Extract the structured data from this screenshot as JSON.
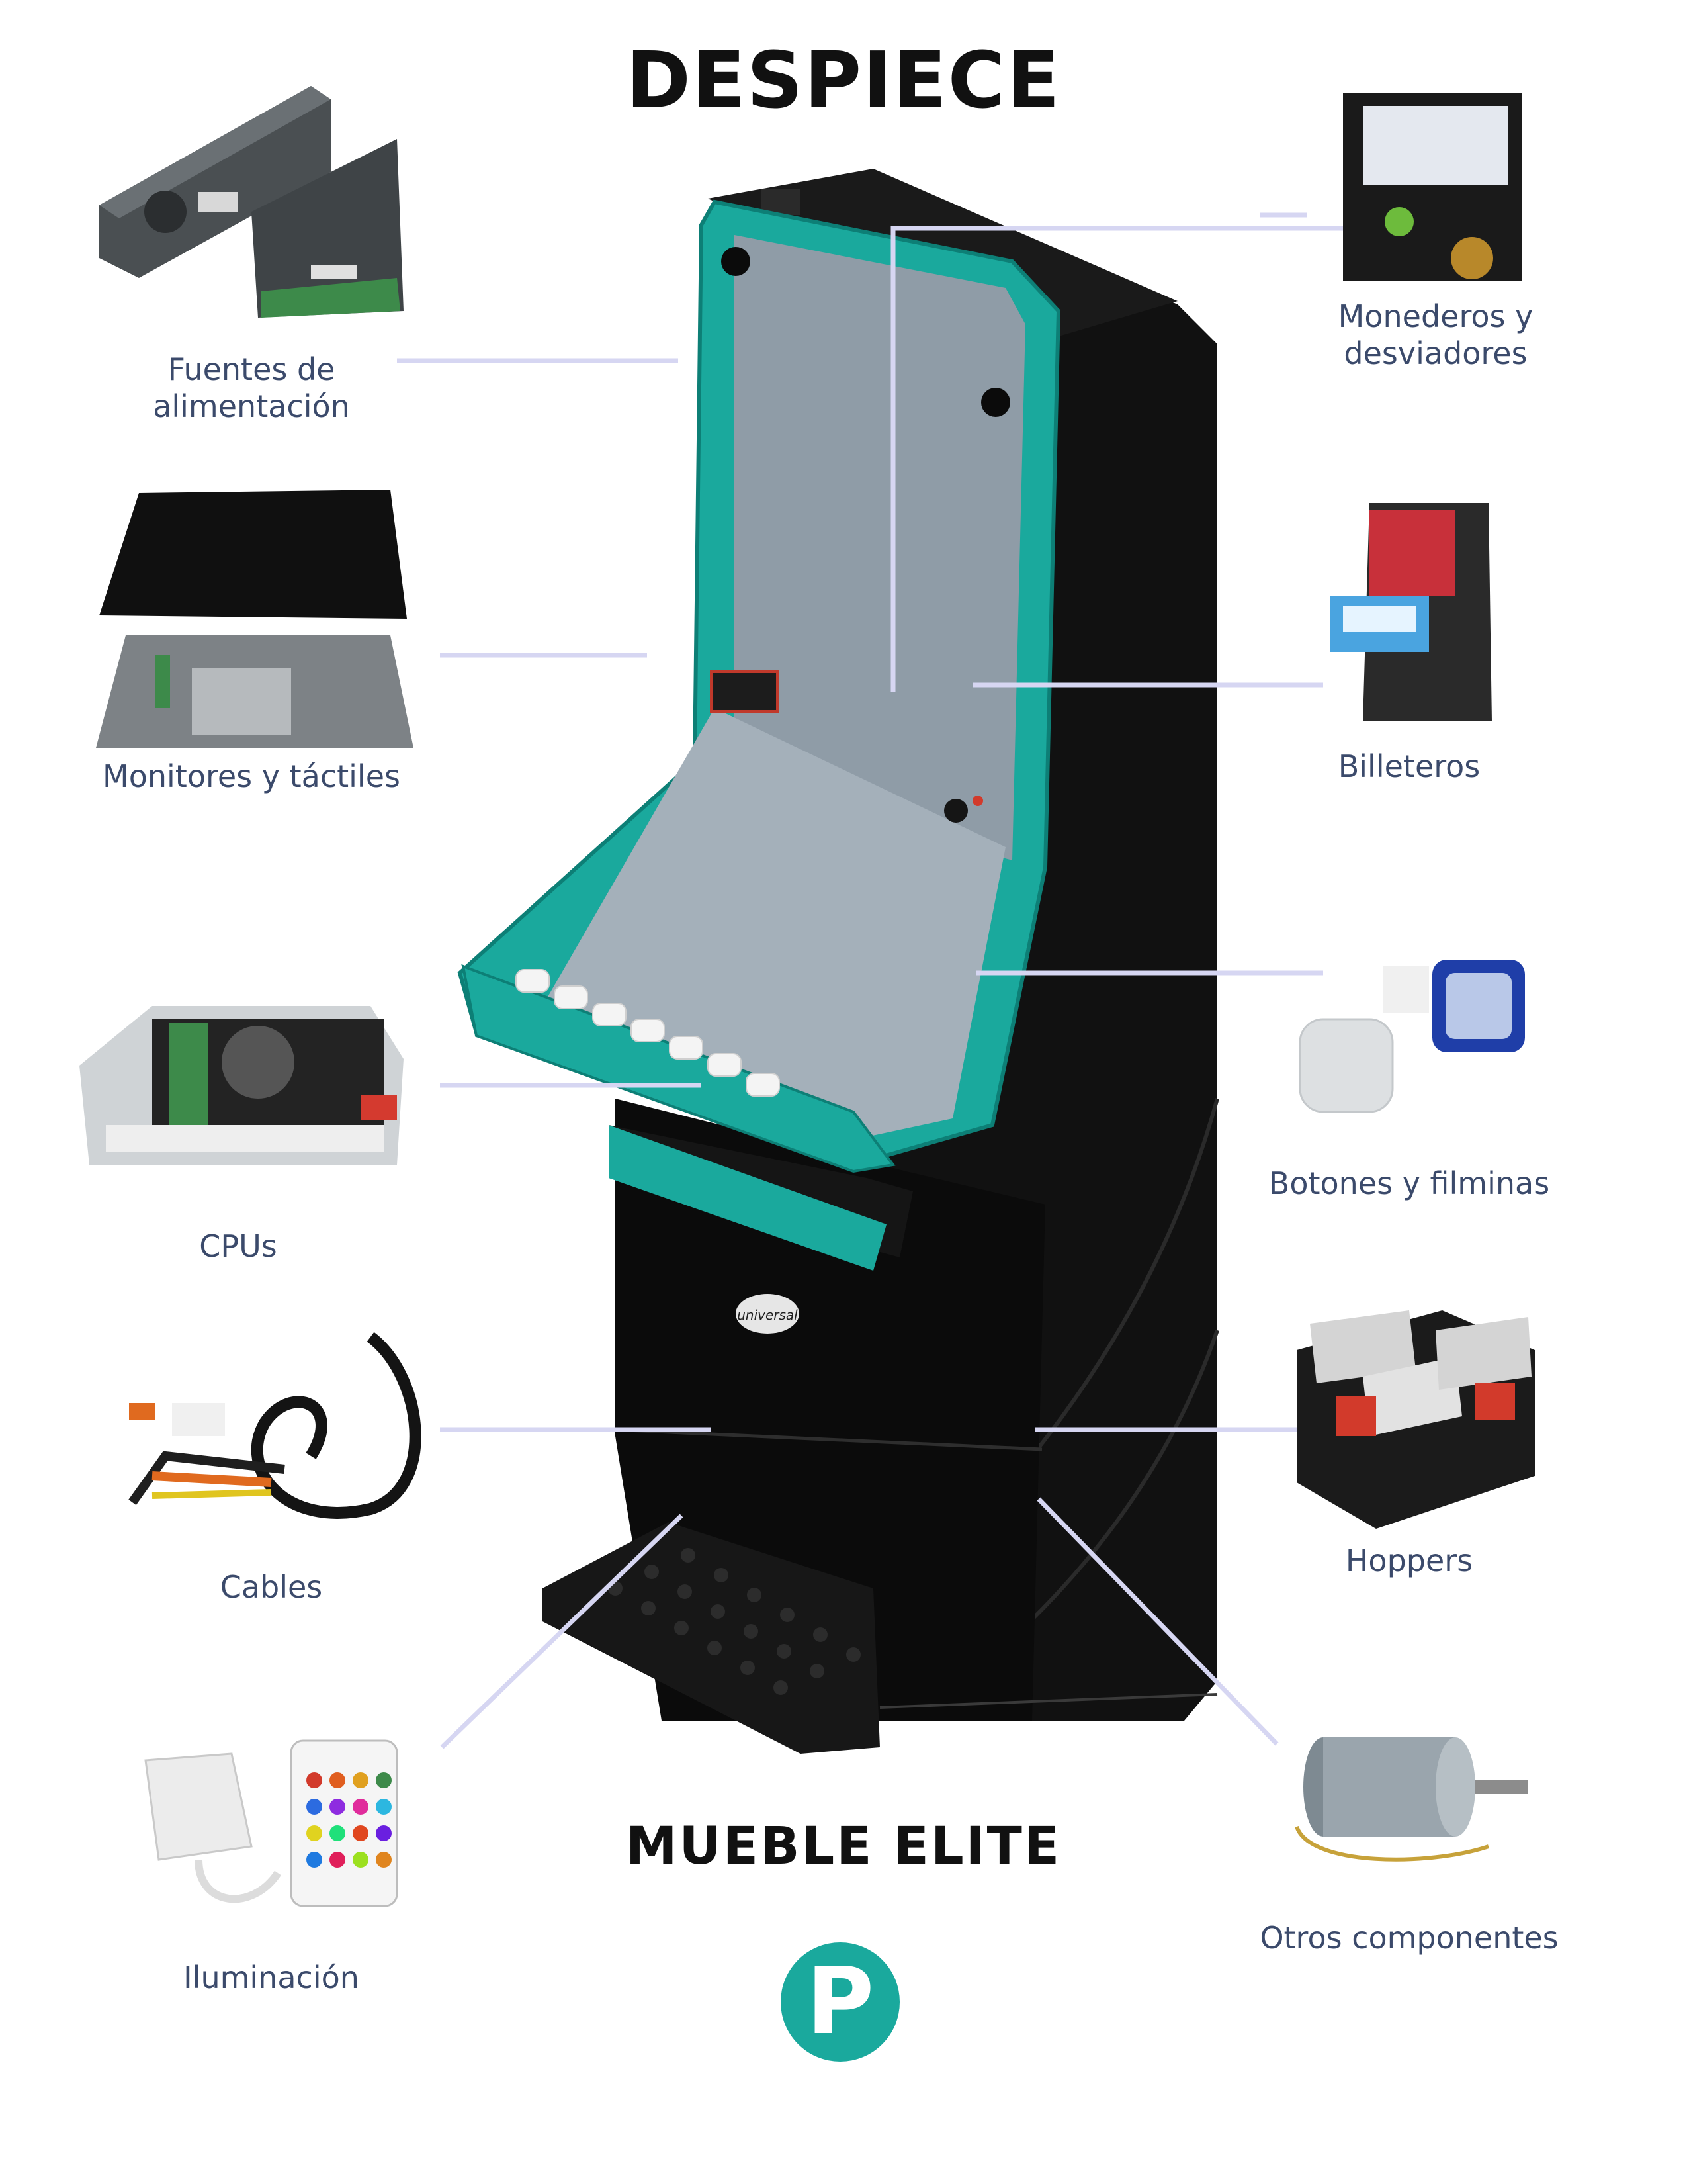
{
  "title": "DESPIECE",
  "subtitle": "MUEBLE  ELITE",
  "components": [
    {
      "label": "Fuentes de\nalimentación",
      "icon": "power-supply-icon"
    },
    {
      "label": "Monitores y táctiles",
      "icon": "monitor-icon"
    },
    {
      "label": "CPUs",
      "icon": "cpu-icon"
    },
    {
      "label": "Cables",
      "icon": "cable-icon"
    },
    {
      "label": "Iluminación",
      "icon": "led-remote-icon"
    },
    {
      "label": "Monederos y\ndesviadores",
      "icon": "coin-validator-icon"
    },
    {
      "label": "Billeteros",
      "icon": "bill-acceptor-icon"
    },
    {
      "label": "Botones y filminas",
      "icon": "push-button-icon"
    },
    {
      "label": "Hoppers",
      "icon": "hopper-icon"
    },
    {
      "label": "Otros componentes",
      "icon": "motor-icon"
    }
  ],
  "cabinet": {
    "brand_badge": "universal"
  },
  "logo": {
    "letter": "P"
  },
  "colors": {
    "accent": "#1aa99d",
    "cabinet_body": "#0b0b0b",
    "screen": "#8f9ca7",
    "leader_line": "#d6d6f2",
    "label_text": "#3b4a6b"
  }
}
